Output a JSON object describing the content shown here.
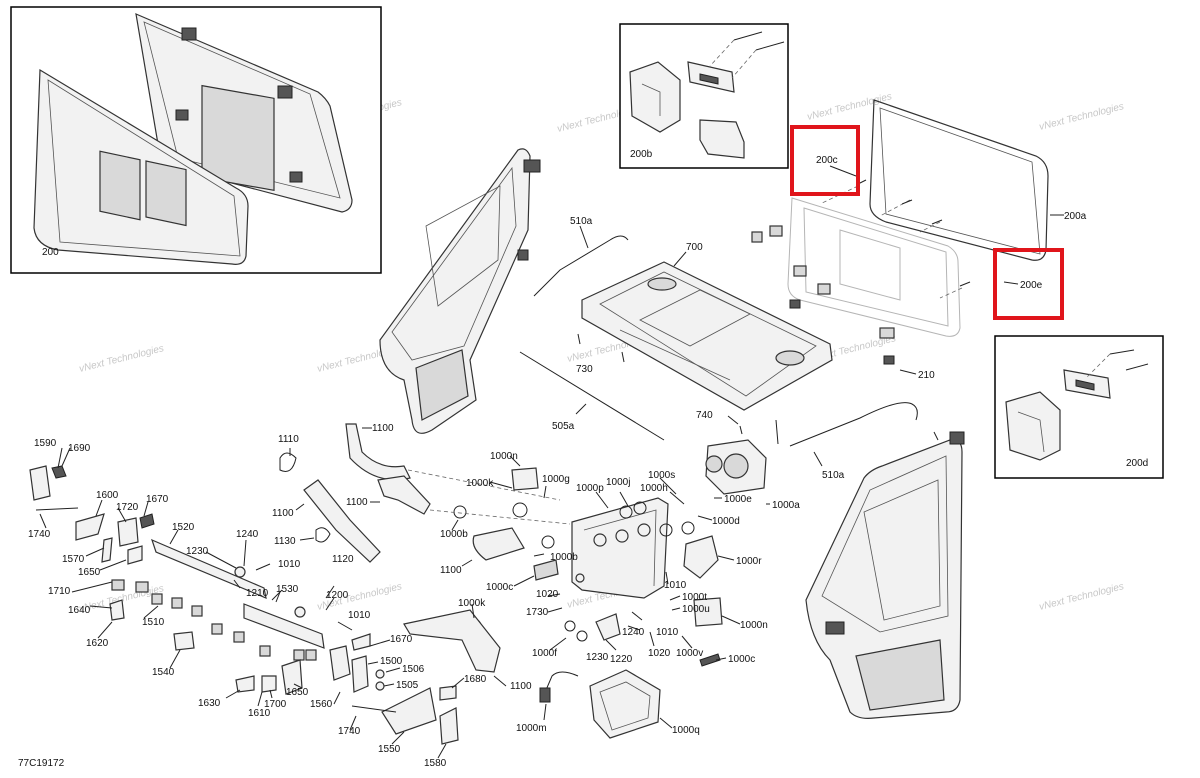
{
  "diagram_id": "77C19172",
  "watermark": "vNext Technologies",
  "highlight_color": "#e0151b",
  "insets": {
    "a": "200",
    "b": "200b",
    "c": "200d"
  },
  "labels": {
    "l200c": "200c",
    "l200a": "200a",
    "l200e": "200e",
    "l210": "210",
    "l510a_top": "510a",
    "l510a_bot": "510a",
    "l700": "700",
    "l730": "730",
    "l505a": "505a",
    "l740": "740",
    "l1100_a": "1100",
    "l1100_b": "1100",
    "l1100_c": "1100",
    "l1100_d": "1100",
    "l1100_e": "1100",
    "l1110": "1110",
    "l1120": "1120",
    "l1130": "1130",
    "l1000n_a": "1000n",
    "l1000n_b": "1000n",
    "l1000k_a": "1000k",
    "l1000k_b": "1000k",
    "l1000g": "1000g",
    "l1000p": "1000p",
    "l1000j": "1000j",
    "l1000s": "1000s",
    "l1000h": "1000h",
    "l1000e": "1000e",
    "l1000d": "1000d",
    "l1000a": "1000a",
    "l1000b_a": "1000b",
    "l1000b_b": "1000b",
    "l1000c_a": "1000c",
    "l1000c_b": "1000c",
    "l1000r": "1000r",
    "l1010_a": "1010",
    "l1010_b": "1010",
    "l1010_c": "1010",
    "l1010_d": "1010",
    "l1000t": "1000t",
    "l1000u": "1000u",
    "l1000v": "1000v",
    "l1000f": "1000f",
    "l1000m": "1000m",
    "l1000q": "1000q",
    "l1020_a": "1020",
    "l1020_b": "1020",
    "l1730": "1730",
    "l1240_a": "1240",
    "l1240_b": "1240",
    "l1230_a": "1230",
    "l1230_b": "1230",
    "l1220": "1220",
    "l1210": "1210",
    "l1200": "1200",
    "l1590": "1590",
    "l1690": "1690",
    "l1600": "1600",
    "l1670_a": "1670",
    "l1670_b": "1670",
    "l1720": "1720",
    "l1740_a": "1740",
    "l1740_b": "1740",
    "l1570": "1570",
    "l1650_a": "1650",
    "l1650_b": "1650",
    "l1520": "1520",
    "l1530": "1530",
    "l1710": "1710",
    "l1640": "1640",
    "l1510": "1510",
    "l1620": "1620",
    "l1540": "1540",
    "l1500": "1500",
    "l1506": "1506",
    "l1505": "1505",
    "l1680": "1680",
    "l1630": "1630",
    "l1610": "1610",
    "l1700": "1700",
    "l1560": "1560",
    "l1550": "1550",
    "l1580": "1580"
  }
}
